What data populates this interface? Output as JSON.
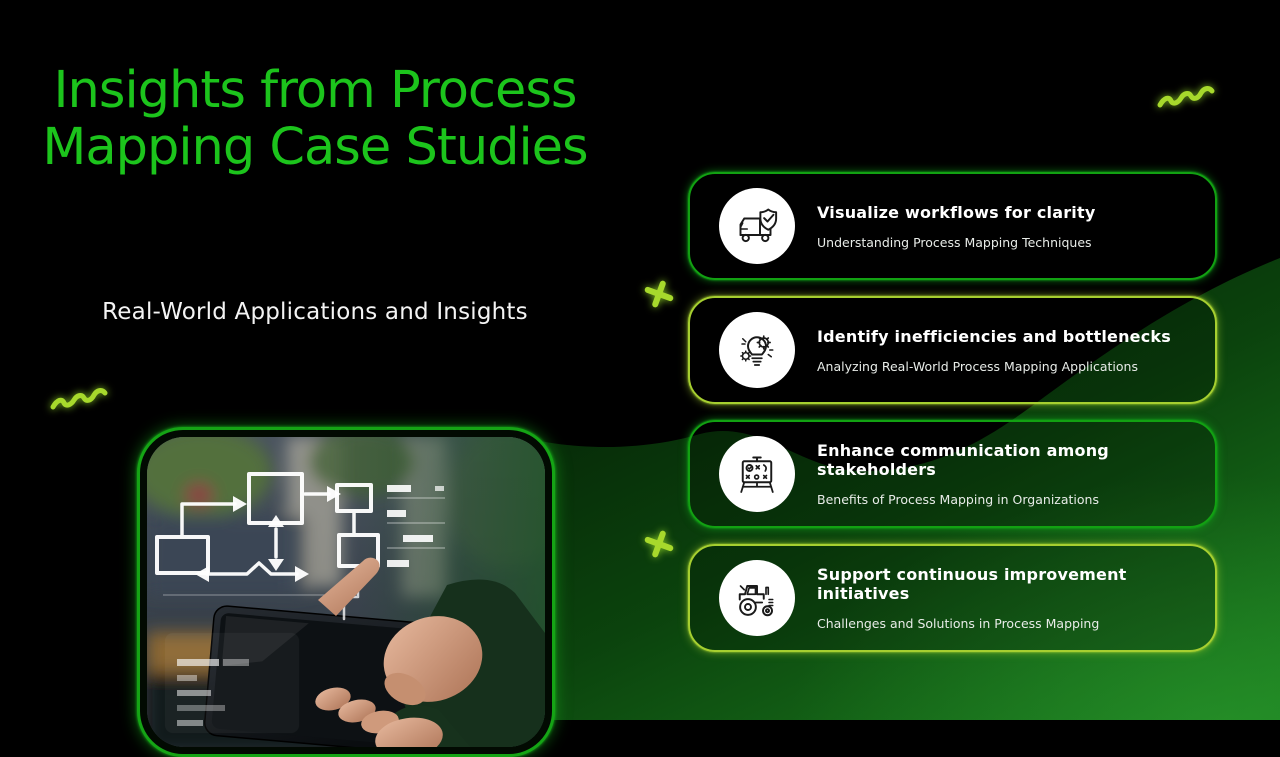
{
  "slide": {
    "title_line1": "Insights from Process",
    "title_line2": "Mapping Case Studies",
    "subtitle": "Real-World Applications and Insights"
  },
  "cards": [
    {
      "title": "Visualize workflows for clarity",
      "subtitle": "Understanding Process Mapping Techniques",
      "icon": "truck-shield-icon",
      "accent_color": "#12a112"
    },
    {
      "title": "Identify inefficiencies and bottlenecks",
      "subtitle": "Analyzing Real-World Process Mapping Applications",
      "icon": "bulb-gears-icon",
      "accent_color": "#a6cf30"
    },
    {
      "title": "Enhance communication among stakeholders",
      "subtitle": "Benefits of Process Mapping in Organizations",
      "icon": "strategy-board-icon",
      "accent_color": "#12a112"
    },
    {
      "title": "Support continuous improvement initiatives",
      "subtitle": "Challenges and Solutions in Process Mapping",
      "icon": "tractor-icon",
      "accent_color": "#a6cf30"
    }
  ],
  "decorations": {
    "squiggle_count": 2,
    "sparkle_count": 2,
    "deco_color": "#a7d92c"
  },
  "colors": {
    "title_green": "#1cc41c",
    "card_border_green": "#12a112",
    "card_border_lime": "#a6cf30",
    "background_black": "#000000",
    "background_green_dark": "#052306",
    "background_green_bright": "#1b7d1e"
  }
}
